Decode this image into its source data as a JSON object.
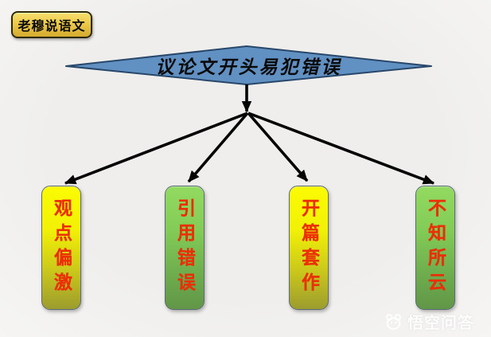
{
  "badge": {
    "label": "老穆说语文"
  },
  "diagram": {
    "root": {
      "label": "议论文开头易犯错误",
      "shape": "diamond"
    },
    "children": [
      {
        "label": "观点偏激",
        "color_style": "yellow"
      },
      {
        "label": "引用错误",
        "color_style": "green"
      },
      {
        "label": "开篇套作",
        "color_style": "yellow"
      },
      {
        "label": "不知所云",
        "color_style": "green"
      }
    ]
  },
  "watermark": {
    "label": "悟空问答",
    "icon": "wukong-monkey-logo"
  },
  "colors": {
    "background": "#efeeec",
    "diamond_fill": "#6190c2",
    "diamond_border": "#28476a",
    "arrow": "#050505",
    "pill_text_red": "#ee2e07",
    "yellow_top": "#fbfb04",
    "yellow_bottom": "#9c9c2e",
    "green_top": "#92da60",
    "green_bottom": "#619647",
    "badge_gold": "#ecc94b"
  }
}
